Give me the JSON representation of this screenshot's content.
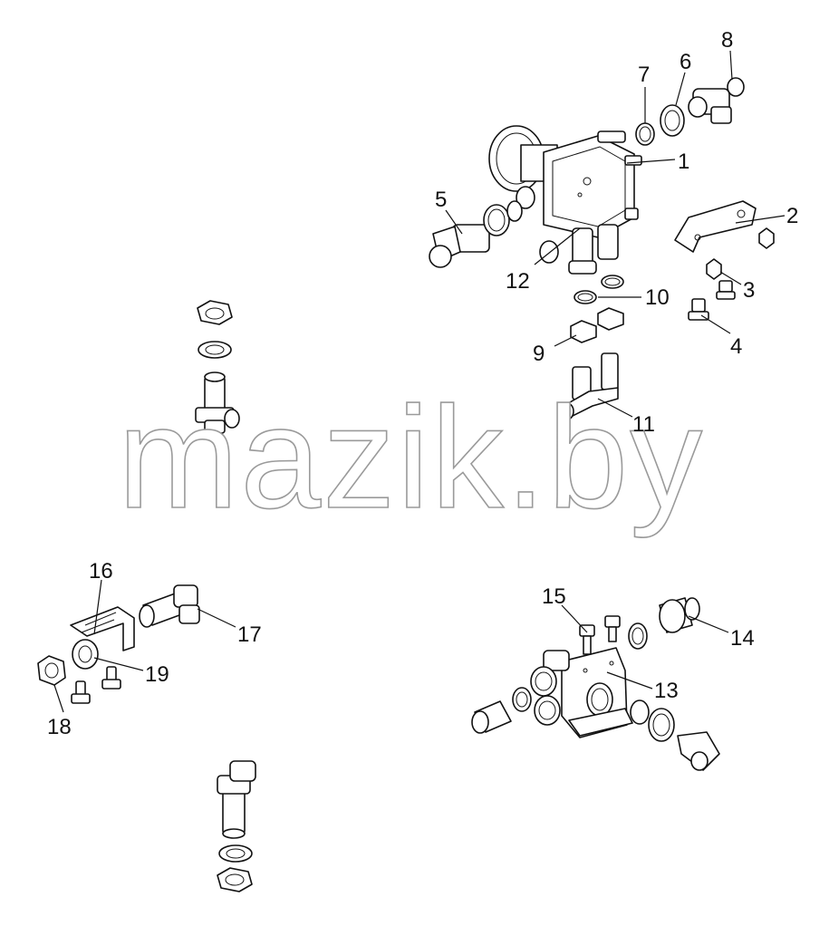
{
  "watermark": "mazik.by",
  "callouts": [
    "1",
    "2",
    "3",
    "4",
    "5",
    "6",
    "7",
    "8",
    "9",
    "10",
    "11",
    "12",
    "13",
    "14",
    "15",
    "16",
    "17",
    "18",
    "19"
  ]
}
